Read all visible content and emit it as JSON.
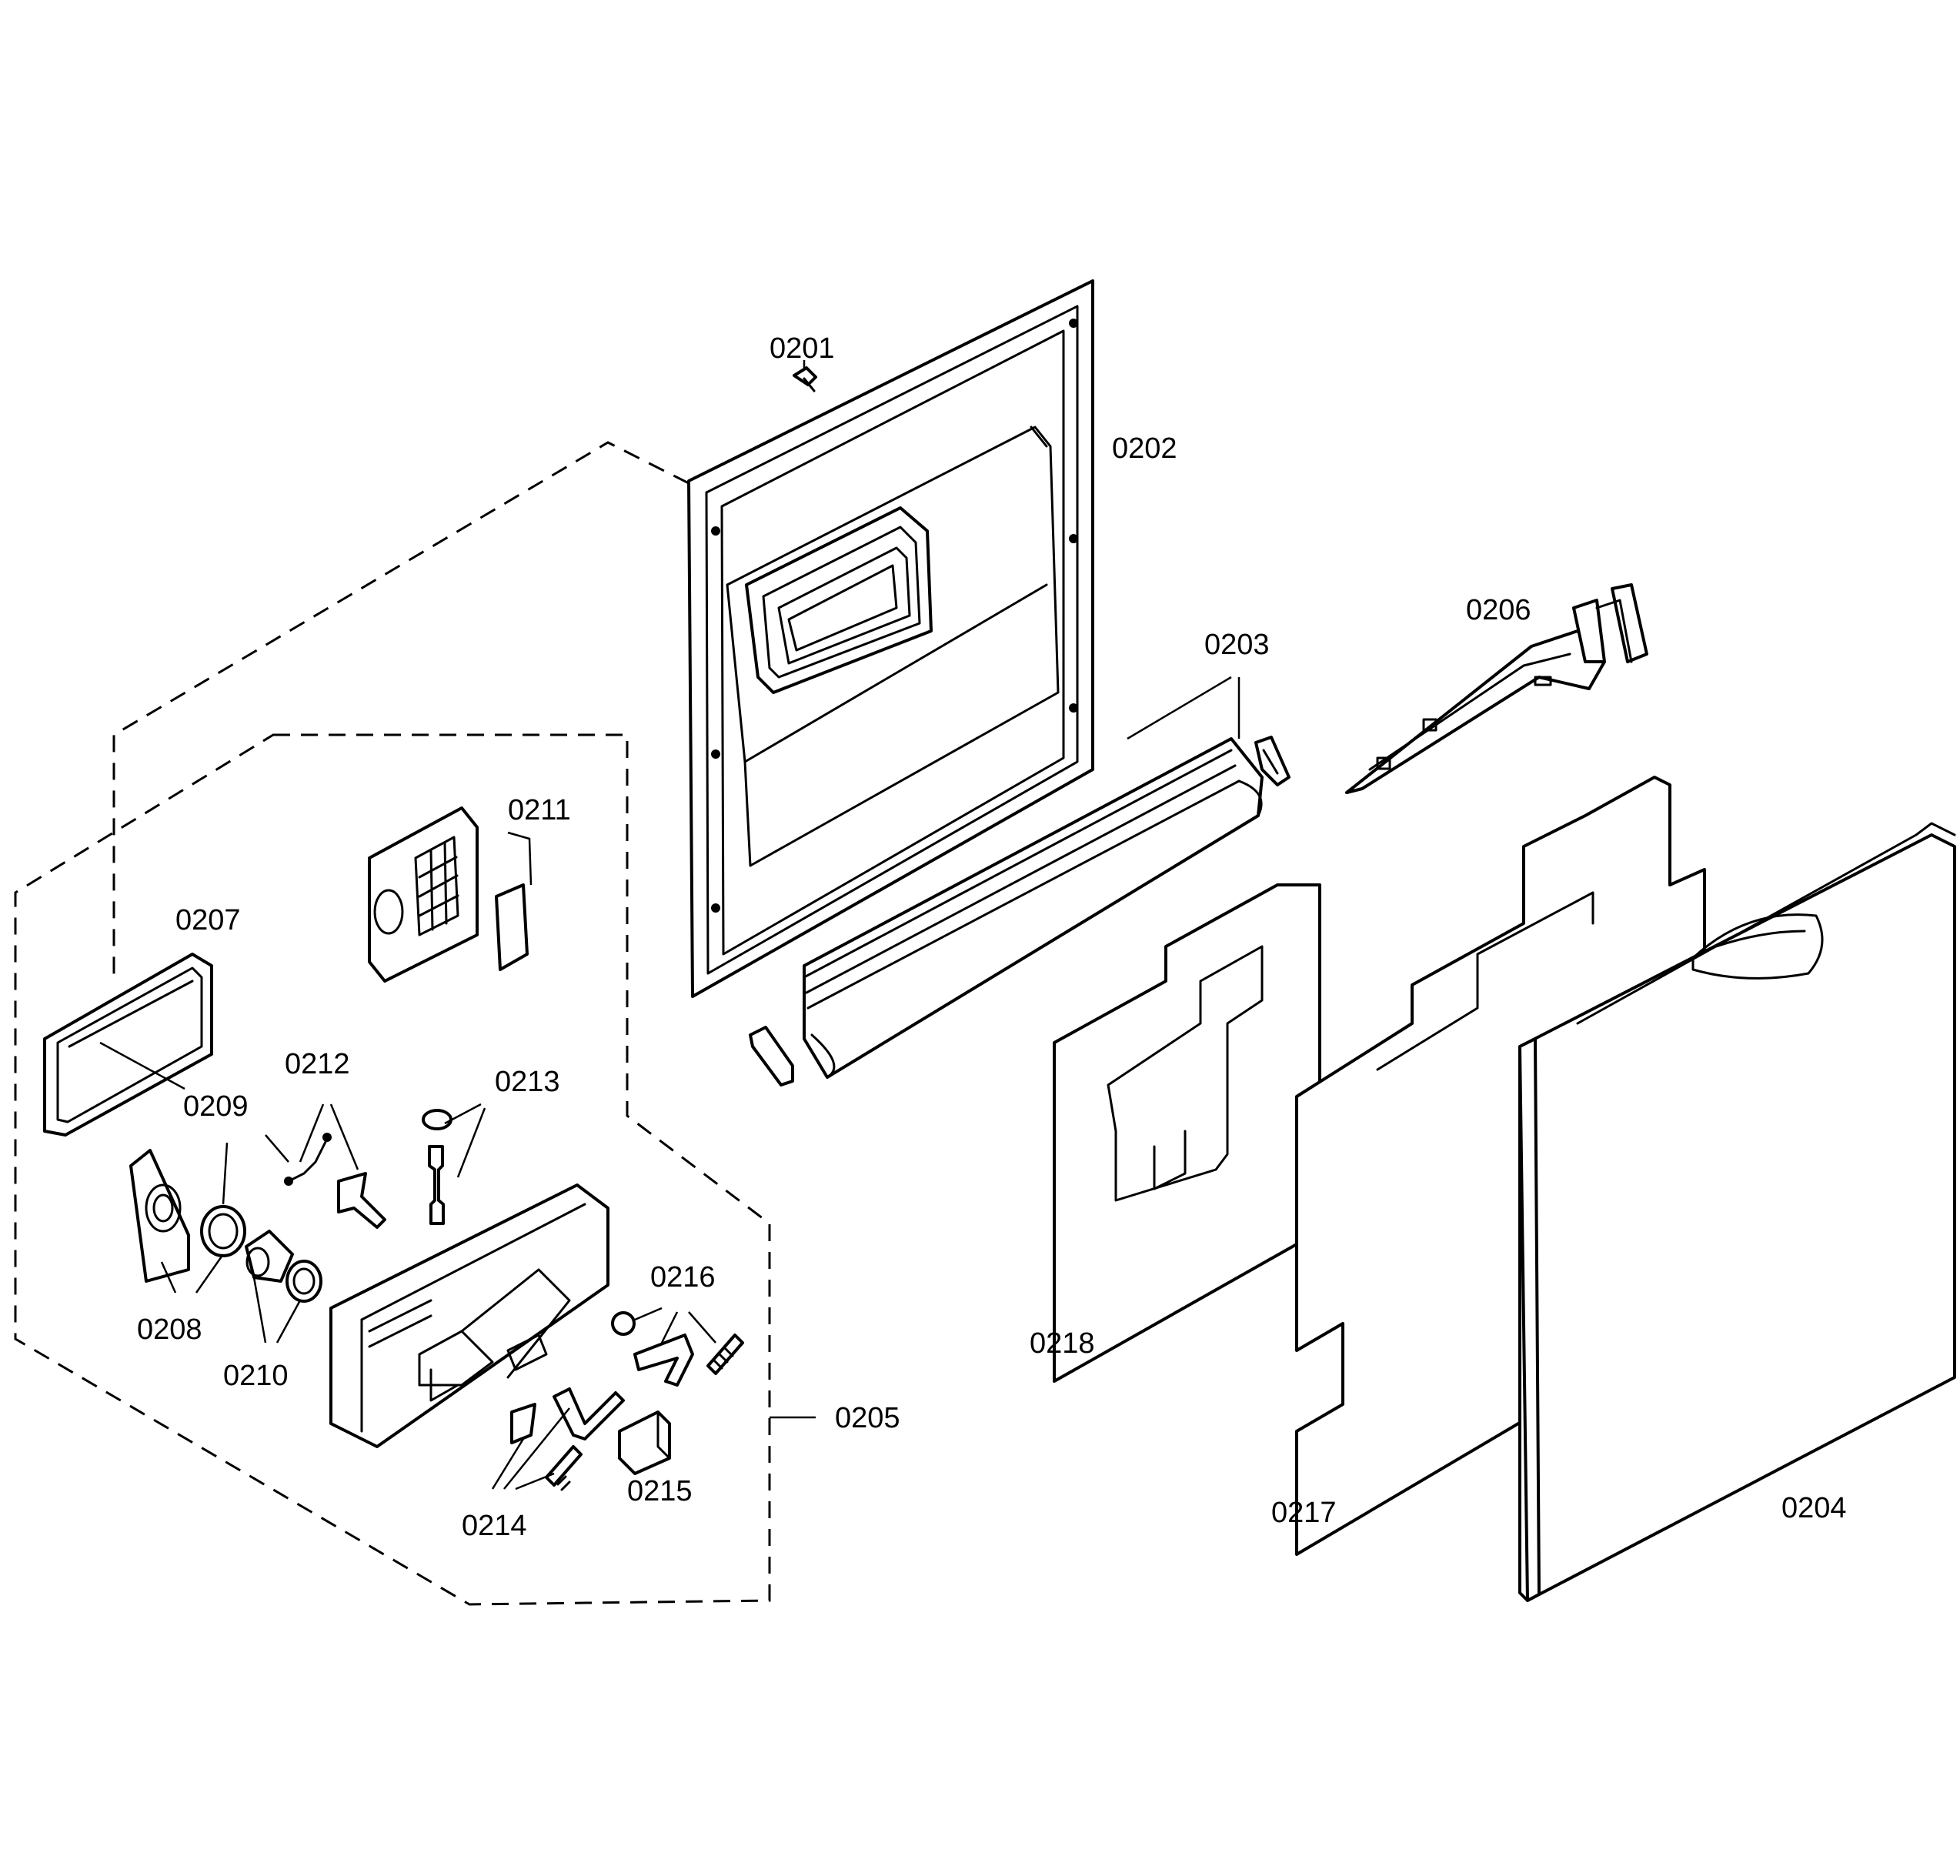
{
  "diagram": {
    "labels": {
      "p0201": "0201",
      "p0202": "0202",
      "p0203": "0203",
      "p0204": "0204",
      "p0205": "0205",
      "p0206": "0206",
      "p0207": "0207",
      "p0208": "0208",
      "p0209": "0209",
      "p0210": "0210",
      "p0211": "0211",
      "p0212": "0212",
      "p0213": "0213",
      "p0214": "0214",
      "p0215": "0215",
      "p0216": "0216",
      "p0217": "0217",
      "p0218": "0218"
    }
  }
}
